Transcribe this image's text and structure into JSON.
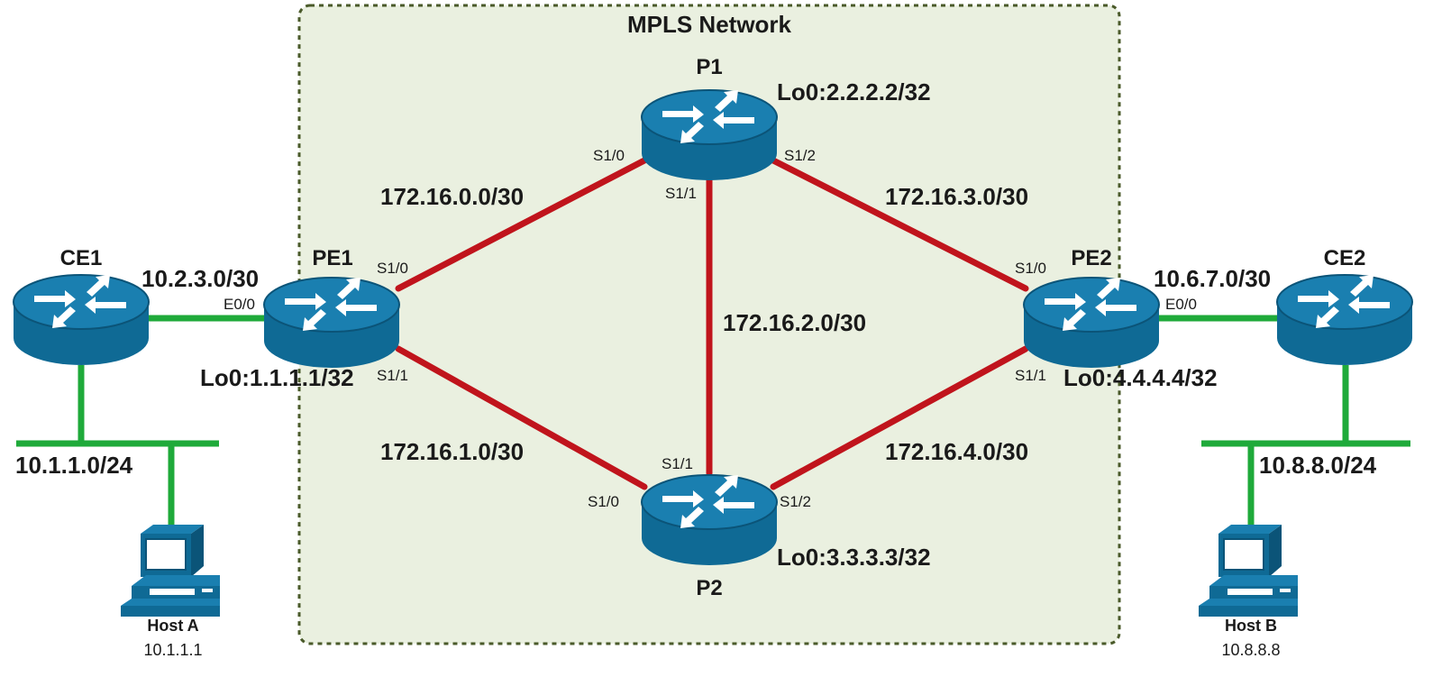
{
  "mpls_region": {
    "title": "MPLS Network"
  },
  "colors": {
    "core_link": "#c0141c",
    "access_link": "#1faa3a",
    "router_body": "#0f6a95",
    "region_fill": "#eaf0e0",
    "region_border": "#4a5a2a"
  },
  "routers": {
    "p1": {
      "name": "P1",
      "loopback": "Lo0:2.2.2.2/32",
      "icon": "router-icon"
    },
    "p2": {
      "name": "P2",
      "loopback": "Lo0:3.3.3.3/32",
      "icon": "router-icon"
    },
    "pe1": {
      "name": "PE1",
      "loopback": "Lo0:1.1.1.1/32",
      "icon": "router-icon"
    },
    "pe2": {
      "name": "PE2",
      "loopback": "Lo0:4.4.4.4/32",
      "icon": "router-icon"
    },
    "ce1": {
      "name": "CE1",
      "icon": "router-icon"
    },
    "ce2": {
      "name": "CE2",
      "icon": "router-icon"
    }
  },
  "links": {
    "pe1_p1": "172.16.0.0/30",
    "pe1_p2": "172.16.1.0/30",
    "p1_p2": "172.16.2.0/30",
    "p1_pe2": "172.16.3.0/30",
    "p2_pe2": "172.16.4.0/30",
    "ce1_pe1": "10.2.3.0/30",
    "pe2_ce2": "10.6.7.0/30"
  },
  "ports": {
    "p1_s10": "S1/0",
    "p1_s11": "S1/1",
    "p1_s12": "S1/2",
    "p2_s10": "S1/0",
    "p2_s11": "S1/1",
    "p2_s12": "S1/2",
    "pe1_s10": "S1/0",
    "pe1_s11": "S1/1",
    "pe1_e00": "E0/0",
    "pe2_s10": "S1/0",
    "pe2_s11": "S1/1",
    "pe2_e00": "E0/0"
  },
  "lans": {
    "left": "10.1.1.0/24",
    "right": "10.8.8.0/24"
  },
  "hosts": {
    "a": {
      "name": "Host A",
      "ip": "10.1.1.1",
      "icon": "computer-icon"
    },
    "b": {
      "name": "Host B",
      "ip": "10.8.8.8",
      "icon": "computer-icon"
    }
  }
}
